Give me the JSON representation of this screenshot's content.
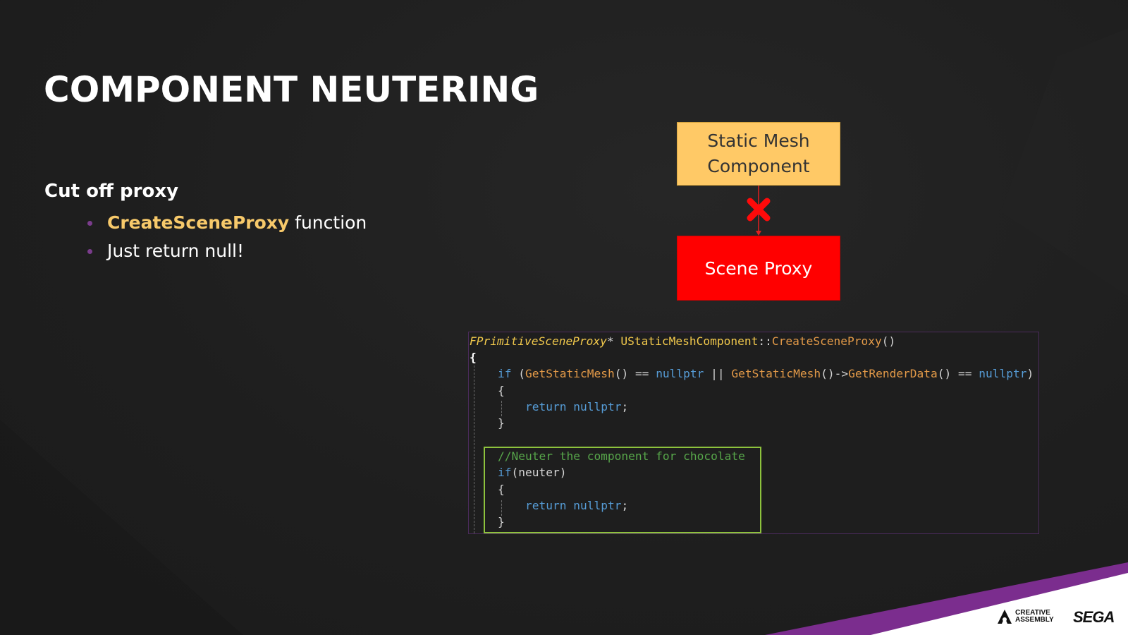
{
  "slide": {
    "title": "COMPONENT NEUTERING",
    "heading": "Cut off proxy",
    "bullets": [
      {
        "highlight": "CreateSceneProxy",
        "text": " function"
      },
      {
        "highlight": "",
        "text": "Just return null!"
      }
    ]
  },
  "diagram": {
    "source_box": {
      "line1": "Static Mesh",
      "line2": "Component"
    },
    "target_box": "Scene Proxy",
    "blocked_icon": "red-x-icon"
  },
  "code": {
    "signature": {
      "type": "FPrimitiveSceneProxy",
      "ptr": "* ",
      "class": "UStaticMeshComponent",
      "scope": "::",
      "func": "CreateSceneProxy",
      "parens": "()"
    },
    "open_brace": "{",
    "if_line": {
      "kw": "if",
      "p1": " (",
      "f1": "GetStaticMesh",
      "p2": "() == ",
      "n1": "nullptr",
      "p3": " || ",
      "f2": "GetStaticMesh",
      "p4": "()->",
      "f3": "GetRenderData",
      "p5": "() == ",
      "n2": "nullptr",
      "p6": ")"
    },
    "inner_open": "{",
    "return_kw": "return",
    "return_val": " nullptr",
    "semicolon": ";",
    "inner_close": "}",
    "comment": "//Neuter the component for chocolate",
    "neuter_if": {
      "kw": "if",
      "rest": "(neuter)"
    },
    "neuter_open": "{",
    "neuter_return_kw": "return",
    "neuter_return_val": " nullptr",
    "neuter_semicolon": ";",
    "neuter_close": "}"
  },
  "footer": {
    "creative": "CREATIVE",
    "assembly": "ASSEMBLY",
    "sega": "SEGA",
    "colors": {
      "stripe_purple": "#7b2d8e",
      "stripe_white": "#ffffff"
    }
  },
  "colors": {
    "title": "#ffffff",
    "highlight": "#f7c96a",
    "bullet": "#7a3c8c",
    "static_box": "#ffc966",
    "proxy_box": "#ff0000",
    "code_border": "#4a2a5a",
    "highlight_border": "#8dc23d"
  }
}
